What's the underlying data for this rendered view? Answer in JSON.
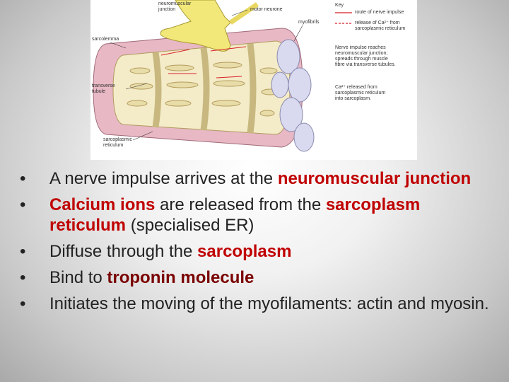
{
  "diagram": {
    "labels": {
      "neuromuscular_junction": "neuromuscular\njunction",
      "motor_neurone": "motor neurone",
      "myofibrils": "myofibrils",
      "sarcolemma": "sarcolemma",
      "transverse_tubule": "transverse\ntubule",
      "sarcoplasmic_reticulum": "sarcoplasmic\nreticulum"
    },
    "key": {
      "title": "Key",
      "item1": "route of nerve impulse",
      "item2": "release of Ca²⁺ from\nsarcoplasmic reticulum",
      "note1": "Nerve impulse reaches\nneuromuscular junction;\nspreads through muscle\nfibre via transverse tubules.",
      "note2": "Ca²⁺ released from\nsarcoplasmic reticulum\ninto sarcoplasm."
    },
    "colors": {
      "sarcolemma": "#e8b8c4",
      "tubule": "#ddd5a8",
      "neurone": "#f2e87a",
      "myofibril": "#d9d9ef",
      "impulse_arrow": "#d81f2a"
    }
  },
  "bullets": [
    {
      "bullet": "•",
      "pre": "A nerve impulse arrives at the ",
      "hl": "neuromuscular junction",
      "post": ""
    },
    {
      "bullet": "•",
      "pre": "",
      "hl": "Calcium ions",
      "post": " are released from the ",
      "hl2": "sarcoplasm reticulum",
      "post2": " (specialised ER)"
    },
    {
      "bullet": "•",
      "pre": "Diffuse through the ",
      "hl": "sarcoplasm",
      "post": ""
    },
    {
      "bullet": "•",
      "pre": "Bind to ",
      "hl_dark": "troponin molecule",
      "post": ""
    },
    {
      "bullet": "•",
      "pre": "Initiates the moving of the myofilaments: actin and myosin.",
      "hl": "",
      "post": ""
    }
  ]
}
